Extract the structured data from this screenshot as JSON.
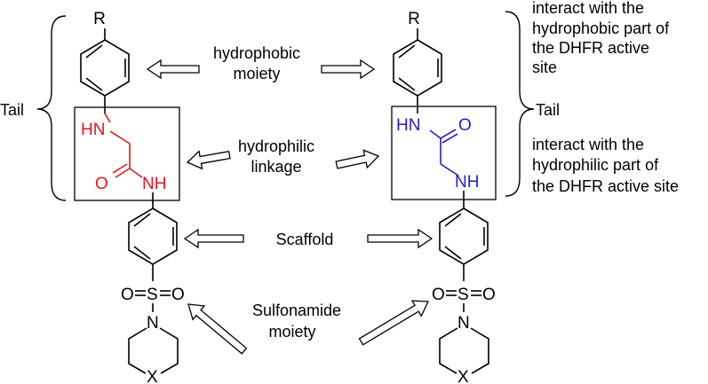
{
  "colors": {
    "left_linker": "#e8141e",
    "right_linker": "#1f1fc8",
    "default": "#000000"
  },
  "labels": {
    "hydrophobic_moiety": [
      "hydrophobic",
      "moiety"
    ],
    "hydrophilic_linkage": [
      "hydrophilic",
      "linkage"
    ],
    "scaffold": "Scaffold",
    "sulfonamide_moiety": [
      "Sulfonamide",
      "moiety"
    ],
    "tail_left": "Tail",
    "tail_right": "Tail",
    "interact_hydrophobic": [
      "interact with the",
      "hydrophobic part of",
      "the DHFR active",
      "site"
    ],
    "interact_hydrophilic": [
      "interact with the",
      "hydrophilic part of",
      "the DHFR active site"
    ]
  },
  "left_structure": {
    "r_group": "R",
    "linker_nh_top": "HN",
    "linker_o": "O",
    "linker_nh_bottom": "NH",
    "sulfonyl": [
      "O",
      "S",
      "O"
    ],
    "n_atom": "N",
    "x_atom": "X"
  },
  "right_structure": {
    "r_group": "R",
    "linker_hn_top": "HN",
    "linker_o": "O",
    "linker_nh_bottom": "NH",
    "sulfonyl": [
      "O",
      "S",
      "O"
    ],
    "n_atom": "N",
    "x_atom": "X"
  }
}
